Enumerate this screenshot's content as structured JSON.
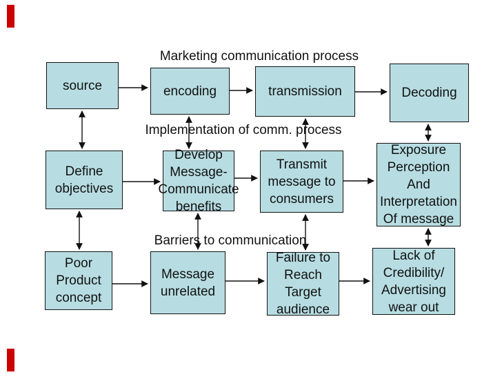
{
  "colors": {
    "box_fill": "#b7dde2",
    "box_border": "#111111",
    "arrow": "#111111",
    "accent_red": "#cc0000",
    "text": "#111111",
    "background": "#ffffff"
  },
  "section_labels": {
    "marketing": "Marketing communication process",
    "implementation": "Implementation of comm. process",
    "barriers": "Barriers to communication"
  },
  "boxes": {
    "row1": [
      {
        "id": "source",
        "label": "source"
      },
      {
        "id": "encoding",
        "label": "encoding"
      },
      {
        "id": "transmission",
        "label": "transmission"
      },
      {
        "id": "decoding",
        "label": "Decoding"
      }
    ],
    "row2": [
      {
        "id": "define",
        "label": "Define\nobjectives"
      },
      {
        "id": "develop",
        "label": "Develop\nMessage-\nCommunicate\nbenefits"
      },
      {
        "id": "transmit",
        "label": "Transmit\nmessage to\nconsumers"
      },
      {
        "id": "exposure",
        "label": "Exposure\nPerception\nAnd\nInterpretation\nOf message"
      }
    ],
    "row3": [
      {
        "id": "poor",
        "label": "Poor\nProduct\nconcept"
      },
      {
        "id": "message",
        "label": "Message\nunrelated"
      },
      {
        "id": "failure",
        "label": "Failure to\nReach\nTarget\naudience"
      },
      {
        "id": "lack",
        "label": "Lack of\nCredibility/\nAdvertising\nwear out"
      }
    ]
  }
}
